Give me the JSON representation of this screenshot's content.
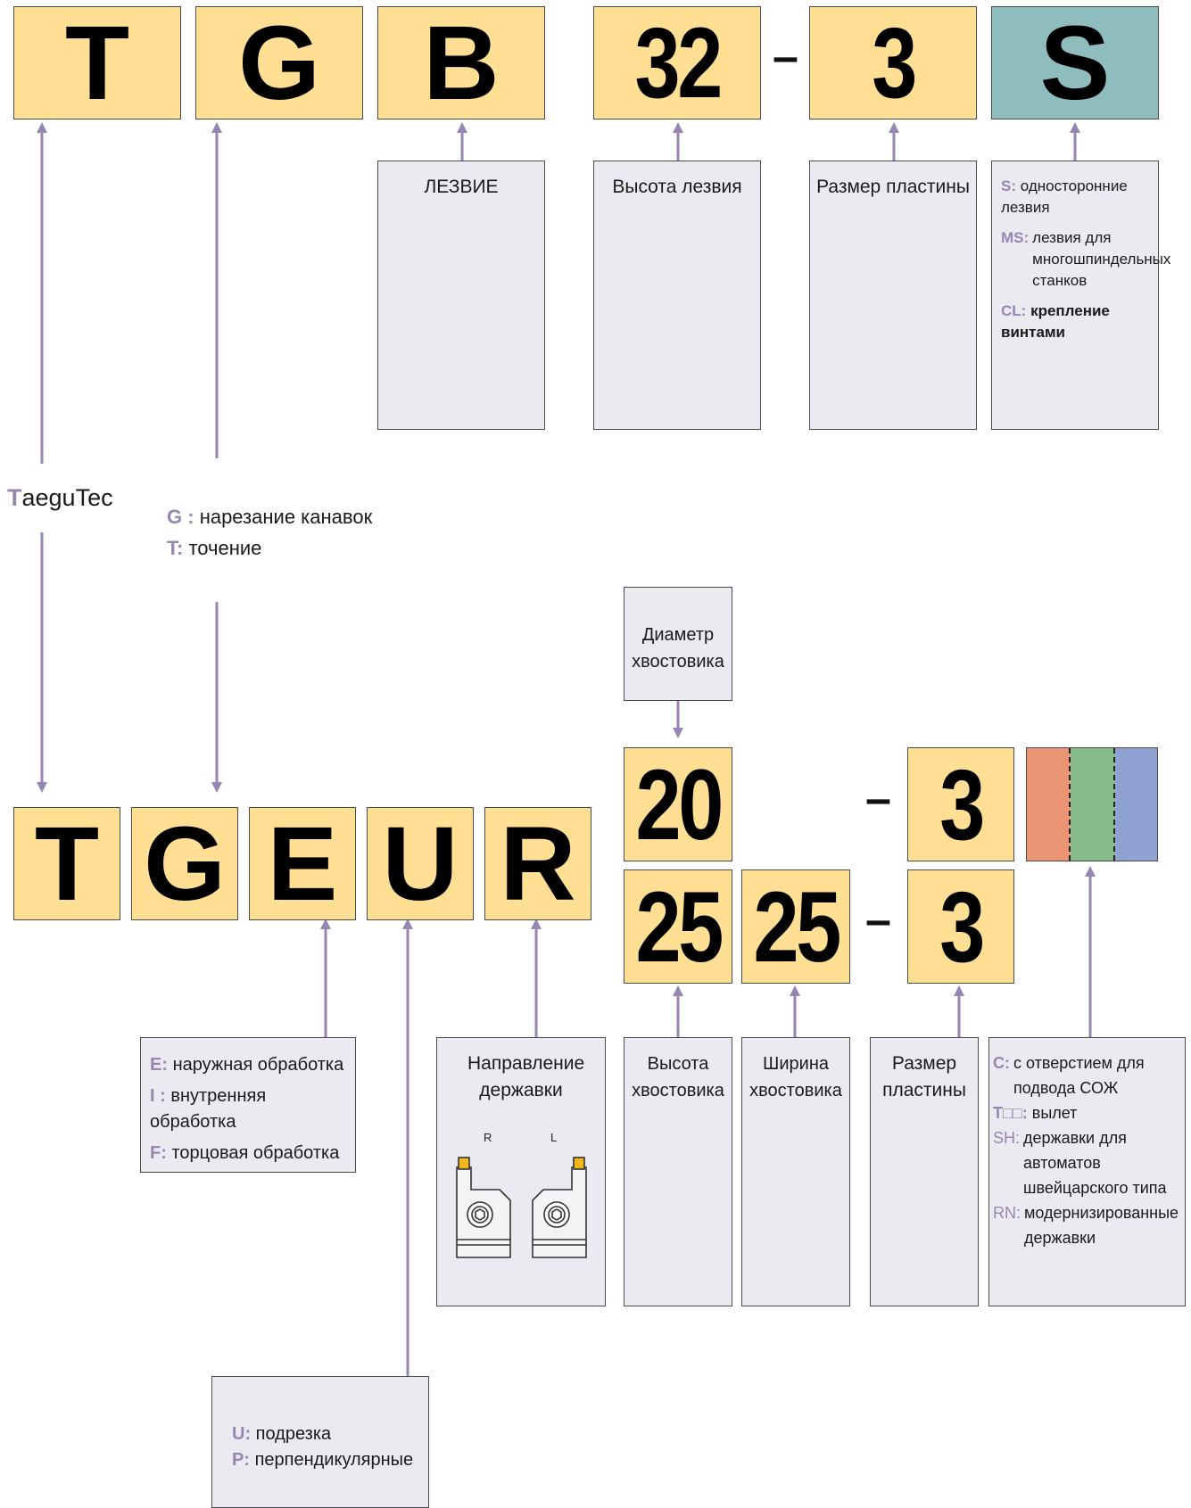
{
  "blade_code": {
    "c1": "T",
    "c2": "G",
    "c3": "B",
    "c4": "32",
    "dash": "–",
    "c5": "3",
    "c6": "S"
  },
  "blade_boxes": {
    "blade": "ЛЕЗВИЕ",
    "blade_height": "Высота лезвия",
    "insert_size": "Размер пластины",
    "options": [
      {
        "key": "S:",
        "text": "односторонние лезвия"
      },
      {
        "key": "MS:",
        "text": "лезвия для многошпиндельных станков"
      },
      {
        "key": "CL:",
        "text": "крепление винтами"
      }
    ]
  },
  "brand": {
    "first": "T",
    "rest": "aeguTec"
  },
  "type_legend": [
    {
      "key": "G :",
      "text": "нарезание канавок"
    },
    {
      "key": "T:",
      "text": "точение"
    }
  ],
  "shank_dia_box": "Диаметр хвостовика",
  "holder_code": {
    "c1": "T",
    "c2": "G",
    "c3": "E",
    "c4": "U",
    "c5": "R",
    "dia": "20",
    "height": "25",
    "width": "25",
    "dash1": "–",
    "dash2": "–",
    "size1": "3",
    "size2": "3"
  },
  "machining_legend": [
    {
      "key": "E:",
      "text": "наружная обработка"
    },
    {
      "key": "I :",
      "text": "внутренняя обработка"
    },
    {
      "key": "F:",
      "text": "торцовая обработка"
    }
  ],
  "direction_box": {
    "title": "Направление державки",
    "r": "R",
    "l": "L"
  },
  "shank_height_box": "Высота хвостовика",
  "shank_width_box": "Ширина хвостовика",
  "insert_size_box": "Размер пластины",
  "options_legend": [
    {
      "key": "C:",
      "text": "с отверстием для подвода СОЖ"
    },
    {
      "key": "T□□:",
      "text": "вылет"
    },
    {
      "key": "SH:",
      "text": "державки для автоматов швейцарского типа"
    },
    {
      "key": "RN:",
      "text": "модернизированные державки"
    }
  ],
  "form_legend": [
    {
      "key": "U:",
      "text": "подрезка"
    },
    {
      "key": "P:",
      "text": "перпендикулярные"
    }
  ],
  "colors": {
    "code_fill": "#fedf94",
    "teal": "#8fbcbc",
    "arrow": "#9686b3",
    "box_fill": "#ebeaf1",
    "orange": "#ec9574",
    "green": "#88bd8b",
    "blue": "#8fa2d2"
  }
}
